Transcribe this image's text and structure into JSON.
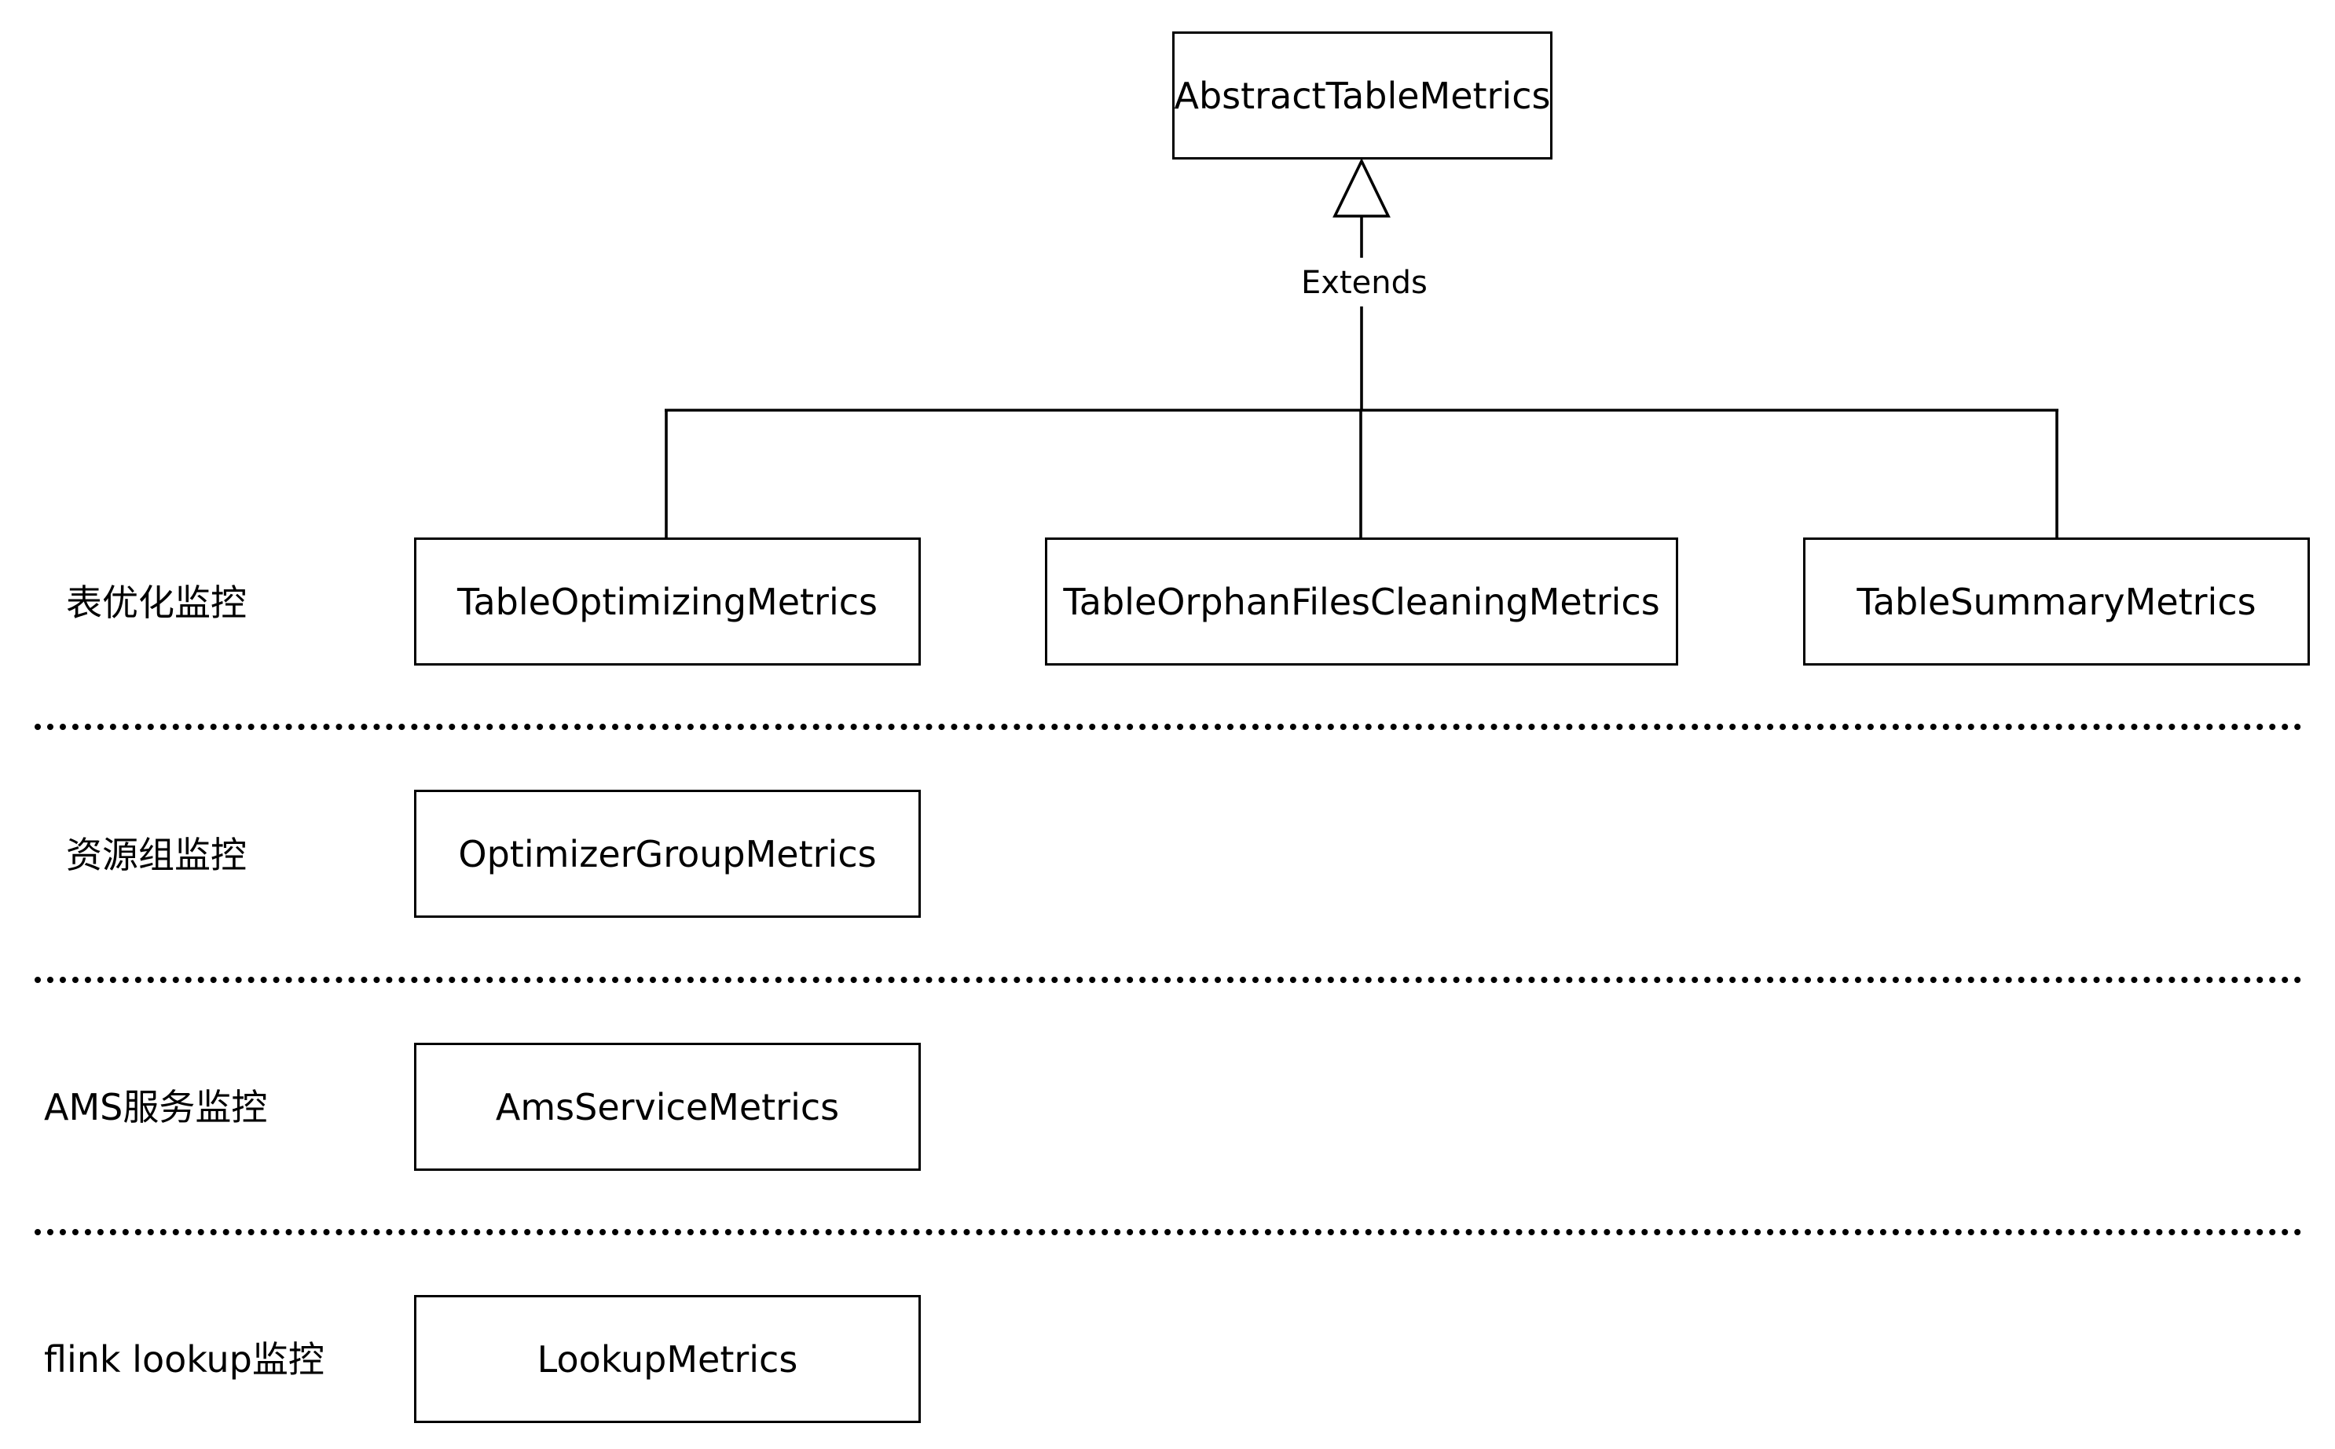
{
  "diagram": {
    "parent": {
      "name": "AbstractTableMetrics"
    },
    "edge_label": "Extends",
    "children": [
      {
        "name": "TableOptimizingMetrics"
      },
      {
        "name": "TableOrphanFilesCleaningMetrics"
      },
      {
        "name": "TableSummaryMetrics"
      }
    ],
    "rows": [
      {
        "label": "表优化监控",
        "classes": [
          "TableOptimizingMetrics",
          "TableOrphanFilesCleaningMetrics",
          "TableSummaryMetrics"
        ]
      },
      {
        "label": "资源组监控",
        "classes": [
          "OptimizerGroupMetrics"
        ]
      },
      {
        "label": "AMS服务监控",
        "classes": [
          "AmsServiceMetrics"
        ]
      },
      {
        "label": "flink lookup监控",
        "classes": [
          "LookupMetrics"
        ]
      }
    ]
  }
}
